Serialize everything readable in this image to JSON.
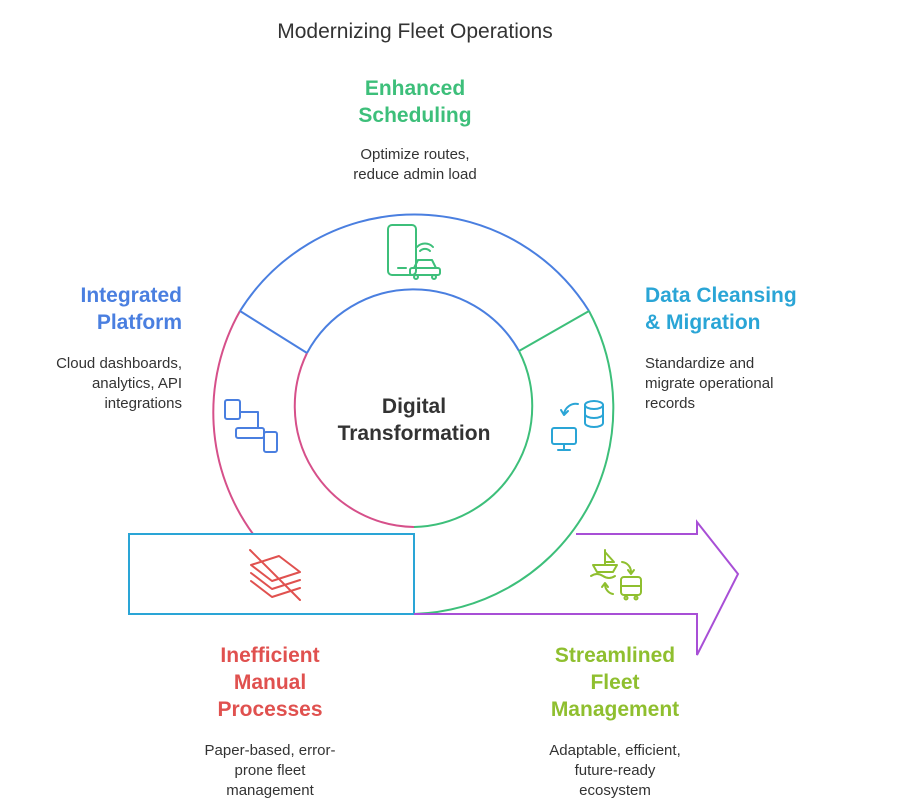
{
  "title": "Modernizing Fleet Operations",
  "center": {
    "line1": "Digital",
    "line2": "Transformation"
  },
  "stages": {
    "scheduling": {
      "head1": "Enhanced",
      "head2": "Scheduling",
      "desc1": "Optimize routes,",
      "desc2": "reduce admin load",
      "color": "#3dbf7a",
      "icon": "phone-car-icon"
    },
    "cleansing": {
      "head1": "Data Cleansing",
      "head2": "& Migration",
      "desc1": "Standardize and",
      "desc2": "migrate operational",
      "desc3": "records",
      "color": "#2aa5d6",
      "icon": "database-sync-icon"
    },
    "platform": {
      "head1": "Integrated",
      "head2": "Platform",
      "desc1": "Cloud dashboards,",
      "desc2": "analytics, API",
      "desc3": "integrations",
      "color": "#4a7fe0",
      "icon": "devices-icon"
    },
    "manual": {
      "head1": "Inefficient",
      "head2": "Manual",
      "head3": "Processes",
      "desc1": "Paper-based, error-",
      "desc2": "prone fleet",
      "desc3": "management",
      "color": "#e0514f",
      "icon": "crossed-paper-icon"
    },
    "streamlined": {
      "head1": "Streamlined",
      "head2": "Fleet",
      "head3": "Management",
      "desc1": "Adaptable, efficient,",
      "desc2": "future-ready",
      "desc3": "ecosystem",
      "color": "#8fbf2f",
      "icon": "ship-bus-icon"
    }
  },
  "colors": {
    "blue": "#4a7fe0",
    "green": "#3dbf7a",
    "pink": "#d6508a",
    "cyan": "#2aa5d6",
    "purple": "#a84fd6"
  }
}
